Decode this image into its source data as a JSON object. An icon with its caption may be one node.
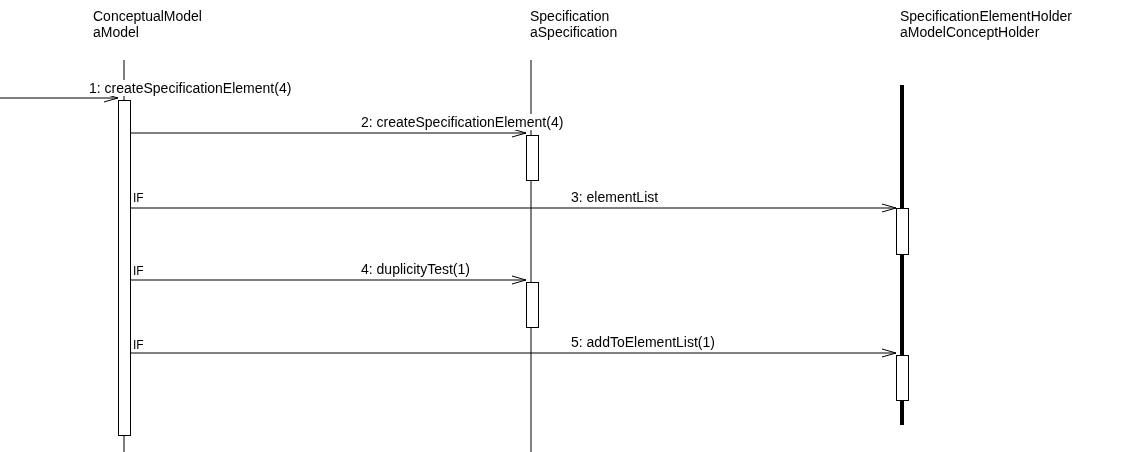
{
  "diagram": {
    "nodes": [
      {
        "text": [
          "ConceptualModel",
          "aModel"
        ]
      },
      {
        "text": [
          "Specification",
          "aSpecification"
        ]
      },
      {
        "text": [
          "SpecificationElementHolder",
          "aModelConceptHolder"
        ]
      },
      {
        "text": [],
        "shape": "bar"
      },
      {
        "text": [],
        "shape": "bar"
      },
      {
        "text": [],
        "shape": "bar"
      },
      {
        "text": [],
        "shape": "bar"
      },
      {
        "text": [],
        "shape": "bar"
      }
    ],
    "edges": [
      {
        "from": null,
        "to": 3,
        "arrow": "to",
        "label": "1: createSpecificationElement(4)"
      },
      {
        "from": 3,
        "to": 4,
        "arrow": "to",
        "label": "2: createSpecificationElement(4)"
      },
      {
        "from": 3,
        "to": 5,
        "arrow": "to",
        "label": "3: elementList"
      },
      {
        "from": 3,
        "to": 6,
        "arrow": "to",
        "label": "4: duplicityTest(1)"
      },
      {
        "from": 3,
        "to": 7,
        "arrow": "to",
        "label": "5: addToElementList(1)"
      }
    ],
    "labels": [
      "IF",
      "IF",
      "IF"
    ]
  }
}
